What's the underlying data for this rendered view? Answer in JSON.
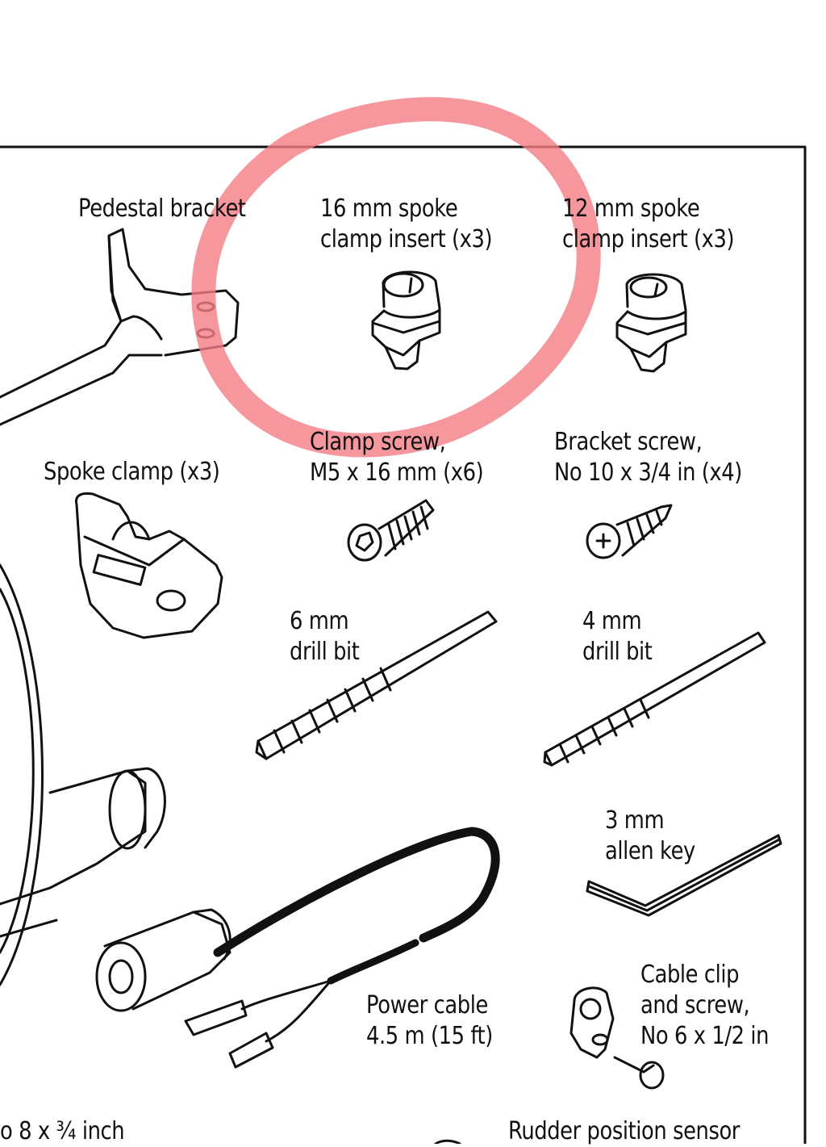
{
  "parts": {
    "pedestal_bracket": [
      "Pedestal bracket"
    ],
    "insert_16mm": [
      "16 mm spoke",
      "clamp insert (x3)"
    ],
    "insert_12mm": [
      "12 mm spoke",
      "clamp insert (x3)"
    ],
    "spoke_clamp": [
      "Spoke clamp (x3)"
    ],
    "clamp_screw": [
      "Clamp screw,",
      "M5 x 16 mm (x6)"
    ],
    "bracket_screw": [
      "Bracket screw,",
      "No 10 x 3/4 in (x4)"
    ],
    "drill_6mm": [
      "6 mm",
      "drill bit"
    ],
    "drill_4mm": [
      "4 mm",
      "drill bit"
    ],
    "allen_key": [
      "3 mm",
      "allen key"
    ],
    "power_cable": [
      "Power cable",
      "4.5 m (15 ft)"
    ],
    "cable_clip": [
      "Cable clip",
      "and screw,",
      "No 6 x 1/2 in"
    ],
    "partial_left": [
      "o 8 x ¾ inch"
    ],
    "rudder_sensor": [
      "Rudder position sensor"
    ]
  },
  "highlight": {
    "color": "#f47c84",
    "target": "insert_16mm"
  }
}
